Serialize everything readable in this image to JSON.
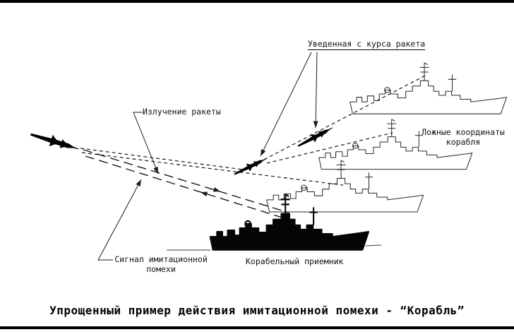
{
  "figure": {
    "caption": "Упрощенный пример действия имитационной помехи - “Корабль”",
    "labels": {
      "diverted_missile": "Уведенная с курса ракета",
      "missile_emission": "Излучение ракеты",
      "false_coords": {
        "line1": "Ложные координаты",
        "line2": "корабля"
      },
      "jamming_signal": {
        "line1": "Сигнал имитационной",
        "line2": "помехи"
      },
      "ship_receiver": "Корабельный приемник"
    },
    "colors": {
      "ink": "#000000",
      "paper": "#ffffff"
    }
  }
}
